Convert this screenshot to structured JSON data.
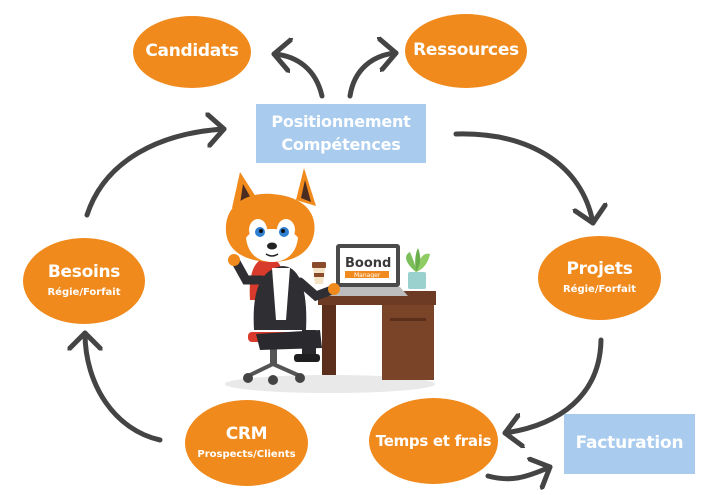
{
  "nodes": {
    "candidats": {
      "label": "Candidats"
    },
    "ressources": {
      "label": "Ressources"
    },
    "positionnement": {
      "line1": "Positionnement",
      "line2": "Compétences"
    },
    "besoins": {
      "label": "Besoins",
      "sub": "Régie/Forfait"
    },
    "projets": {
      "label": "Projets",
      "sub": "Régie/Forfait"
    },
    "crm": {
      "label": "CRM",
      "sub": "Prospects/Clients"
    },
    "temps": {
      "label": "Temps et frais"
    },
    "facturation": {
      "label": "Facturation"
    }
  },
  "laptop": {
    "brand_line1": "Boond",
    "brand_line2": "Manager"
  },
  "colors": {
    "oval": "#f08a1c",
    "box": "#a9cbee",
    "arrow": "#444444"
  }
}
